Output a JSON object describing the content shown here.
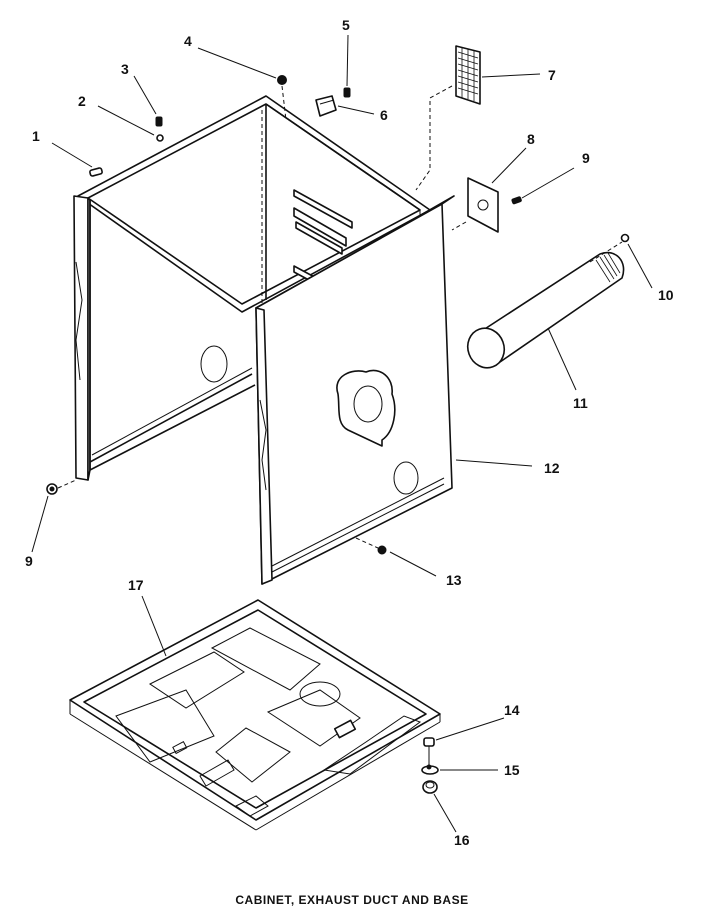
{
  "caption": "CABINET, EXHAUST DUCT AND BASE",
  "callouts": [
    "1",
    "2",
    "3",
    "4",
    "5",
    "6",
    "7",
    "8",
    "9",
    "9",
    "10",
    "11",
    "12",
    "13",
    "14",
    "15",
    "16",
    "17"
  ]
}
